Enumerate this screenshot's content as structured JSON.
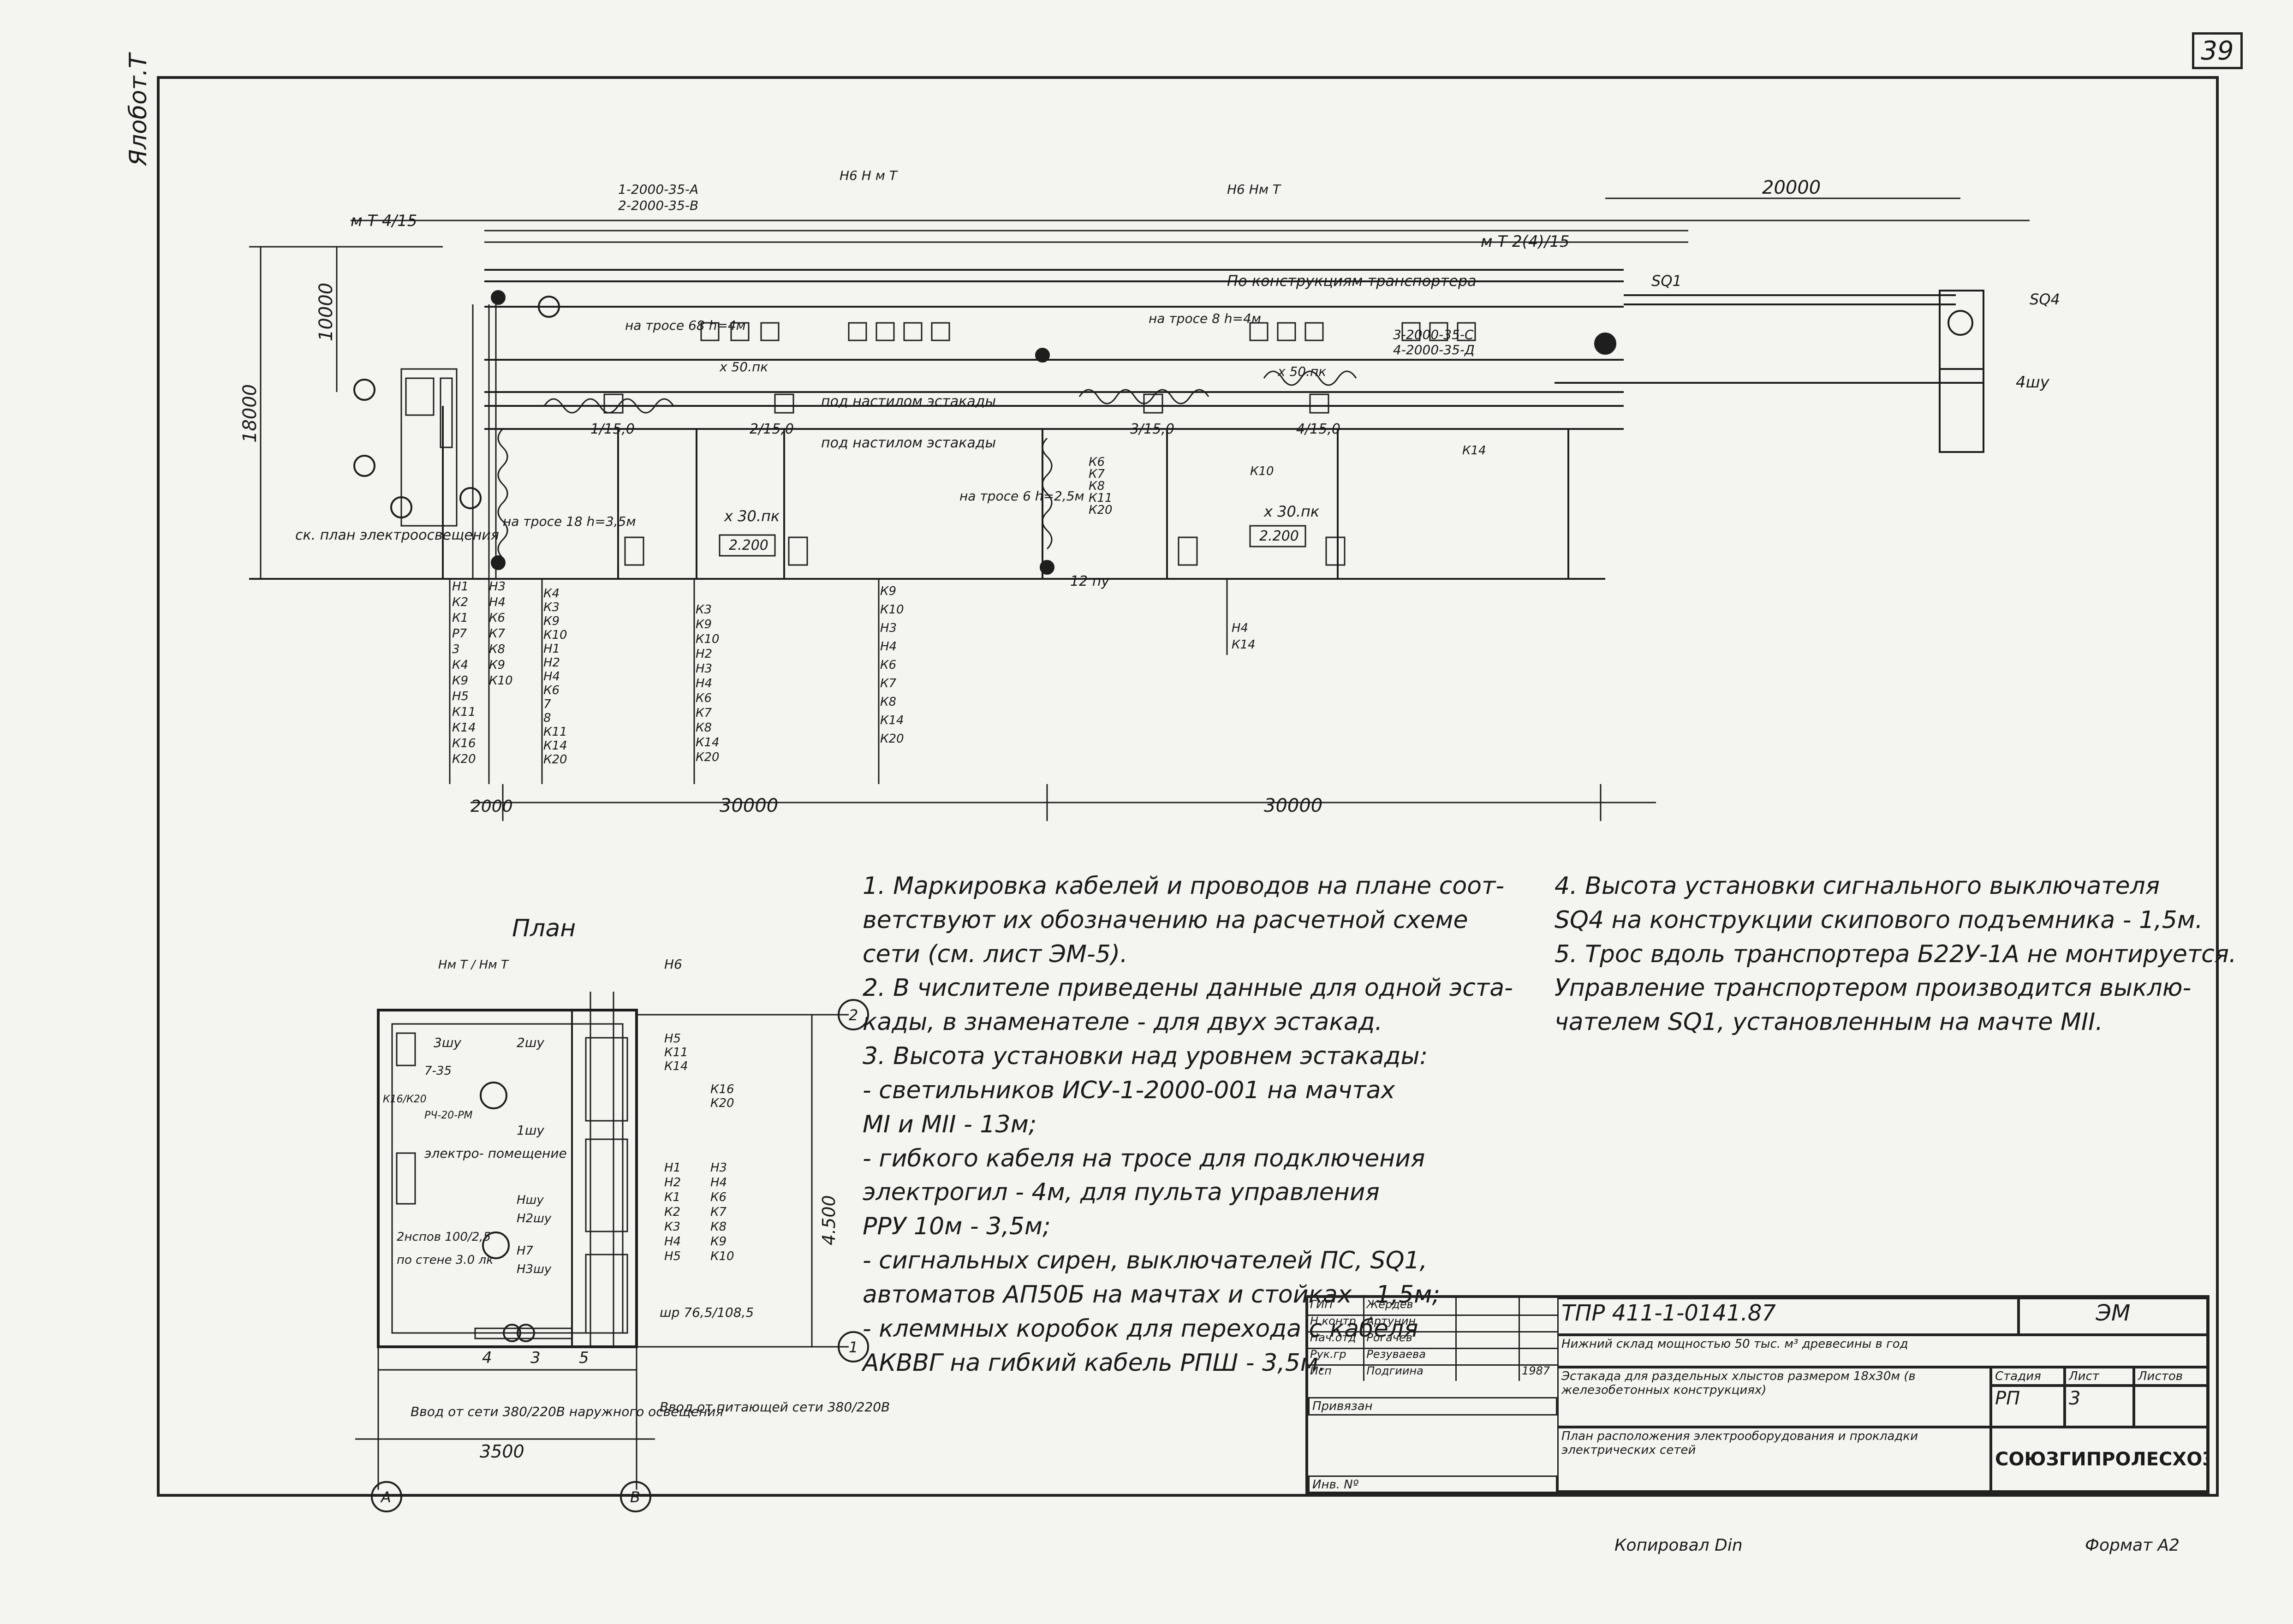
{
  "sheet": {
    "page_number": "39",
    "side_label": "Ялобот.Т",
    "plan_title": "План",
    "footer_left": "Копировал Din",
    "footer_right": "Формат А2"
  },
  "elevation": {
    "dims": {
      "top_right": "20000",
      "left_vertical_total": "18000",
      "left_vertical_upper": "10000",
      "bottom_1": "2000",
      "bottom_2": "30000",
      "bottom_3": "30000"
    },
    "labels": {
      "mast1": "м Т  4/15",
      "mast2": "м Т  2(4)/15",
      "nm1": "Н6  Н м Т",
      "nm2": "Н6  Нм Т",
      "cables_a": "1-2000-35-А",
      "cables_b": "2-2000-35-В",
      "cables_c": "3-2000-35-С",
      "cables_d": "4-2000-35-Д",
      "conveyor": "По конструкциям транспортера",
      "deck1": "под настилом эстакады",
      "deck2": "под настилом эстакады",
      "cable_rope1": "на тросе 68  h=4м",
      "cable_rope2": "на тросе 8  h=4м",
      "cable_rope3": "на тросе 6  h=2,5м",
      "cable_rope4": "на тросе 18  h=3,5м",
      "x50a": "х 50.пк",
      "x50b": "х 50.пк",
      "x30a": "х 30.пк",
      "x30b": "х 30.пк",
      "box1": "2.200",
      "box2": "2.200",
      "sq1": "SQ1",
      "sq4": "SQ4",
      "shu": "4шу",
      "switch1": "1/15,0",
      "switch2": "2/15,0",
      "switch3": "3/15,0",
      "switch4": "4/15,0",
      "ck_plan": "ск. план электроосвещения",
      "py": "12 пу"
    },
    "cable_lists": {
      "col1": [
        "Н1",
        "К2",
        "К1",
        "Р7",
        "3",
        "К4",
        "К9",
        "Н5",
        "К11",
        "К14",
        "К16",
        "К20"
      ],
      "col2": [
        "Н3",
        "Н4",
        "К6",
        "К7",
        "К8",
        "К9",
        "К10"
      ],
      "col3": [
        "К4",
        "К3",
        "К9",
        "К10",
        "Н1",
        "Н2",
        "Н4",
        "К6",
        "7",
        "8",
        "К11",
        "К14",
        "К20"
      ],
      "col4": [
        "К3",
        "К9",
        "К10",
        "Н2",
        "Н3",
        "Н4",
        "К6",
        "К7",
        "К8",
        "К14",
        "К20"
      ],
      "col5": [
        "К9",
        "К10",
        "Н3",
        "Н4",
        "К6",
        "К7",
        "К8",
        "К14",
        "К20"
      ],
      "col6": [
        "Н4",
        "К14"
      ],
      "col7": [
        "К6",
        "К7",
        "К8",
        "К11",
        "К20"
      ],
      "col8": [
        "К10"
      ],
      "col9": [
        "К14"
      ]
    }
  },
  "plan": {
    "axis_2": "2",
    "axis_1": "1",
    "axis_a": "А",
    "axis_b": "В",
    "dim_w": "3500",
    "dim_h": "4.500",
    "nm": "Нм Т / Нм Т",
    "n6": "Н6",
    "rooms": {
      "shu3": "3шу",
      "shu2": "2шу",
      "lamp": "7-35",
      "pch": "РЧ-20-РМ",
      "k16": "К16/К20",
      "elect": "электро- помещение",
      "shu1": "1шу",
      "nshu": "Ншу",
      "n2shu": "Н2шу",
      "n3shu": "Н3шу",
      "h7": "Н7",
      "gnsp": "2нспов 100/2,5",
      "pol": "по стене 3.0 лк",
      "wr": "шр 76,5/108,5"
    },
    "right_list_a": [
      "Н5",
      "К11",
      "К14"
    ],
    "right_list_b": [
      "К16",
      "К20"
    ],
    "right_list_c": [
      "Н1",
      "Н2",
      "К1",
      "К2",
      "К3",
      "Н4",
      "Н5"
    ],
    "right_list_d": [
      "Н3",
      "Н4",
      "К6",
      "К7",
      "К8",
      "К9",
      "К10"
    ],
    "bottom_nums": [
      "4",
      "3",
      "5"
    ],
    "inlet_left": "Ввод от сети 380/220В наружного освещения",
    "inlet_right": "Ввод от питающей сети 380/220В"
  },
  "notes_left": [
    "1. Маркировка кабелей и проводов на плане соот-",
    "ветствуют их обозначению на расчетной схеме",
    "сети (см. лист ЭМ-5).",
    "2. В числителе приведены данные для одной эста-",
    "кады, в знаменателе - для двух эстакад.",
    "3. Высота установки над уровнем эстакады:",
    "- светильников ИСУ-1-2000-001 на мачтах",
    "МI и МII - 13м;",
    "- гибкого кабеля на тросе для подключения",
    "электрогил - 4м, для пульта управления",
    "РРУ 10м - 3,5м;",
    "- сигнальных сирен, выключателей ПС, SQ1,",
    "автоматов АП50Б на мачтах и стойках - 1,5м;",
    "- клеммных коробок для перехода с кабеля",
    "АКВВГ на гибкий кабель РПШ - 3,5м."
  ],
  "notes_right": [
    "4. Высота установки сигнального выключателя",
    "SQ4 на конструкции скипового подъемника - 1,5м.",
    "5. Трос вдоль транспортера Б22У-1А не монтируется.",
    "Управление транспортером производится выклю-",
    "чателем SQ1, установленным на мачте МII."
  ],
  "stamp": {
    "roles": [
      "ГИП",
      "Н.контр",
      "Нач.отд",
      "Рук.гр",
      "Исп"
    ],
    "names": [
      "Жердев",
      "Артунин",
      "Рогачев",
      "Резуваева",
      "Подгиина"
    ],
    "year": "1987",
    "code": "ТПР 411-1-0141.87",
    "mark": "ЭМ",
    "project": "Нижний склад мощностью 50 тыс. м³ древесины в год",
    "object": "Эстакада для раздельных хлыстов размером 18х30м (в железобетонных конструкциях)",
    "sheet_title": "План расположения электрооборудования и прокладки электрических сетей",
    "stage_h": "Стадия",
    "sheet_h": "Лист",
    "sheets_h": "Листов",
    "stage": "РП",
    "sheet": "3",
    "org": "СОЮЗГИПРОЛЕСХОЗ",
    "bound": "Привязан",
    "inv": "Инв. Nº"
  }
}
